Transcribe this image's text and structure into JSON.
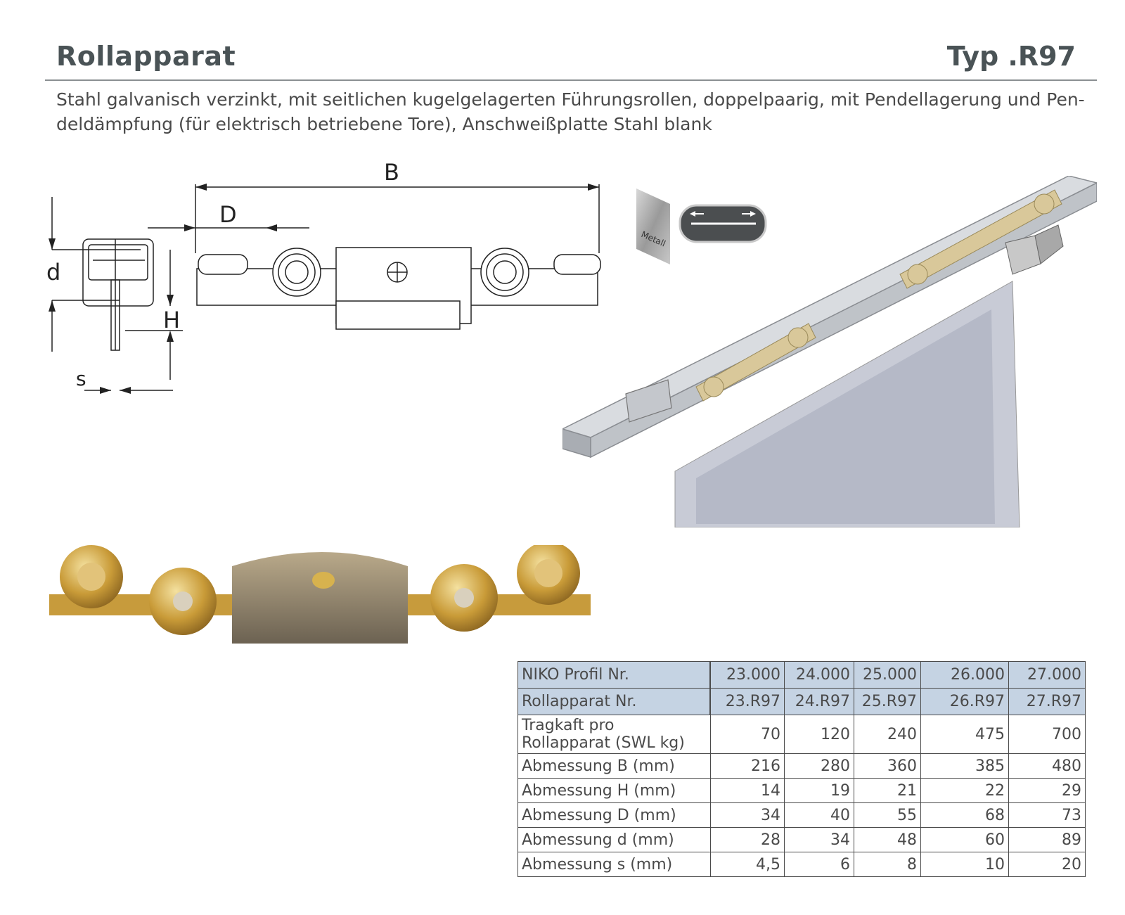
{
  "header": {
    "title": "Rollapparat",
    "type_label": "Typ .R97"
  },
  "description": "Stahl galvanisch verzinkt, mit seitlichen kugelgelagerten Führungsrollen, doppelpaarig, mit Pendellagerung und Pen-deldämpfung (für elektrisch betriebene Tore), Anschweißplatte Stahl blank",
  "drawing": {
    "label_b": "B",
    "label_d_upper": "D",
    "label_d_lower": "d",
    "label_h": "H",
    "label_s": "s"
  },
  "badges": {
    "material": "Metall"
  },
  "table": {
    "columns": [
      "23.000",
      "24.000",
      "25.000",
      "26.000",
      "27.000"
    ],
    "rows": [
      {
        "label": "NIKO Profil Nr.",
        "values": [
          "23.000",
          "24.000",
          "25.000",
          "26.000",
          "27.000"
        ]
      },
      {
        "label": "Rollapparat Nr.",
        "values": [
          "23.R97",
          "24.R97",
          "25.R97",
          "26.R97",
          "27.R97"
        ]
      },
      {
        "label_line1": "Tragkaft pro",
        "label_line2": "Rollapparat (SWL kg)",
        "values": [
          "70",
          "120",
          "240",
          "475",
          "700"
        ]
      },
      {
        "label": "Abmessung B (mm)",
        "values": [
          "216",
          "280",
          "360",
          "385",
          "480"
        ]
      },
      {
        "label": "Abmessung H (mm)",
        "values": [
          "14",
          "19",
          "21",
          "22",
          "29"
        ]
      },
      {
        "label": "Abmessung D (mm)",
        "values": [
          "34",
          "40",
          "55",
          "68",
          "73"
        ]
      },
      {
        "label": "Abmessung d (mm)",
        "values": [
          "28",
          "34",
          "48",
          "60",
          "89"
        ]
      },
      {
        "label": "Abmessung s (mm)",
        "values": [
          "4,5",
          "6",
          "8",
          "10",
          "20"
        ]
      }
    ]
  }
}
